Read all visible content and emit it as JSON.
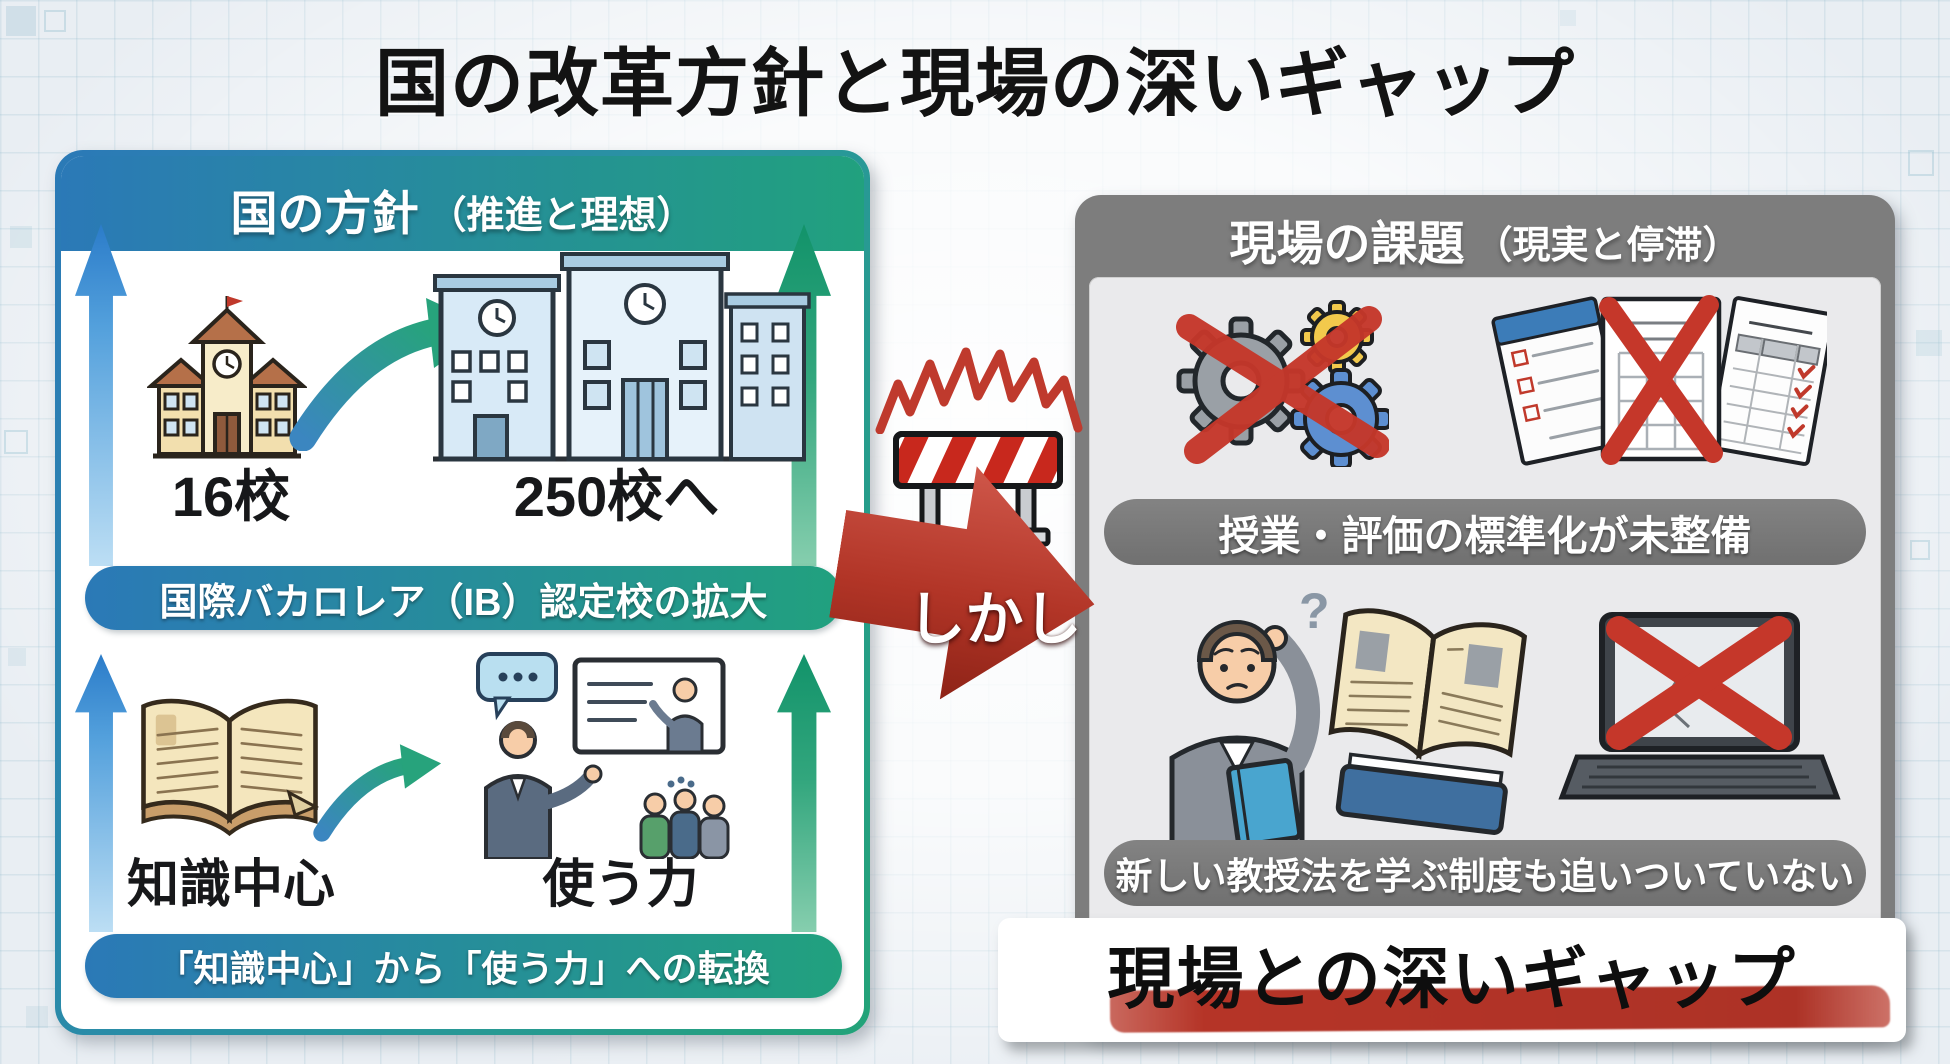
{
  "title": "国の改革方針と現場の深いギャップ",
  "left_panel": {
    "header_main": "国の方針",
    "header_sub": "（推進と理想）",
    "ib": {
      "from": "16校",
      "to": "250校へ",
      "banner": "国際バカロレア（IB）認定校の拡大"
    },
    "shift": {
      "from": "知識中心",
      "to": "使う力",
      "banner": "「知識中心」から「使う力」への転換"
    }
  },
  "connector": {
    "label": "しかし"
  },
  "right_panel": {
    "header_main": "現場の課題",
    "header_sub": "（現実と停滞）",
    "issue_standardization": "授業・評価の標準化が未整備",
    "issue_training": "新しい教授法を学ぶ制度も追いついていない",
    "question_mark": "?",
    "conclusion": "現場との深いギャップ"
  },
  "icons": {
    "small-school-icon": "🏫",
    "large-schools-icon": "🏫",
    "growth-curve-arrow-icon": "↗",
    "up-arrow-icon": "↑",
    "open-book-icon": "📖",
    "teaching-group-icon": "🗣",
    "barrier-icon": "🚧",
    "impact-spark-icon": "⚡",
    "gears-crossed-icon": "⚙✕",
    "documents-crossed-icon": "📄✕",
    "confused-teacher-icon": "🤔",
    "laptop-crossed-icon": "💻✕",
    "right-arrow-icon": "→"
  },
  "colors": {
    "header_gradient_start": "#2b79b7",
    "header_gradient_end": "#21a17e",
    "arrow_blue": "#2b7cc9",
    "arrow_green": "#23a378",
    "caution_red": "#b23527",
    "cross_red": "#c5372a",
    "panel_gray": "#7d7d7d",
    "banner_gray": "#787878",
    "underline_red": "#b53427",
    "background": "#e9eef3"
  }
}
